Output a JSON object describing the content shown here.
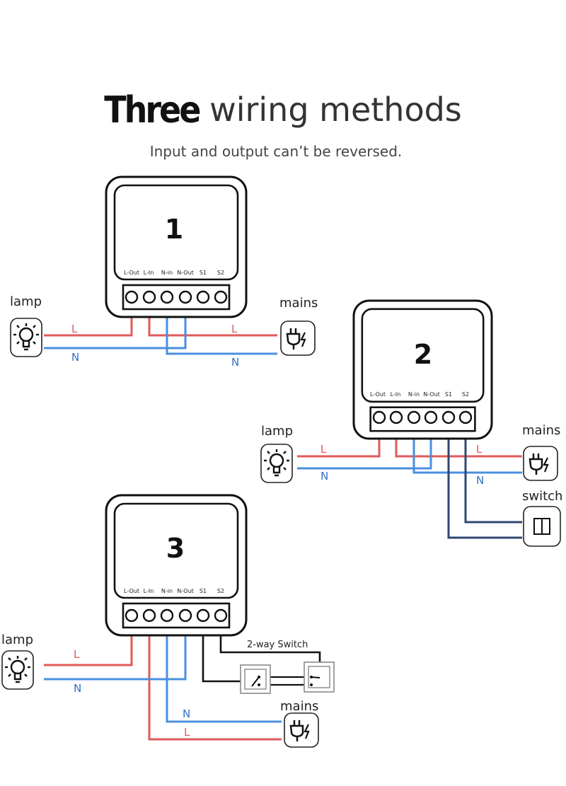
{
  "title": {
    "bold": "Three",
    "rest": "wiring methods"
  },
  "subtitle": "Input and output can’t be reversed.",
  "terminals": [
    "L-Out",
    "L-In",
    "N-in",
    "N-Out",
    "S1",
    "S2"
  ],
  "colors": {
    "live": "#e05a5a",
    "neutral": "#4a8fe0",
    "switch": "#2e4770",
    "stroke": "#111111"
  },
  "diagrams": [
    {
      "number": "1",
      "lamp": "lamp",
      "mains": "mains",
      "live": "L",
      "neutral": "N"
    },
    {
      "number": "2",
      "lamp": "lamp",
      "mains": "mains",
      "switch": "switch",
      "live": "L",
      "neutral": "N"
    },
    {
      "number": "3",
      "lamp": "lamp",
      "mains": "mains",
      "switch": "2-way Switch",
      "live": "L",
      "neutral": "N"
    }
  ],
  "icons": {
    "lamp": "bulb-icon",
    "mains": "plug-icon",
    "switch": "rocker-switch-icon",
    "two_way": "two-way-switch-icon"
  }
}
